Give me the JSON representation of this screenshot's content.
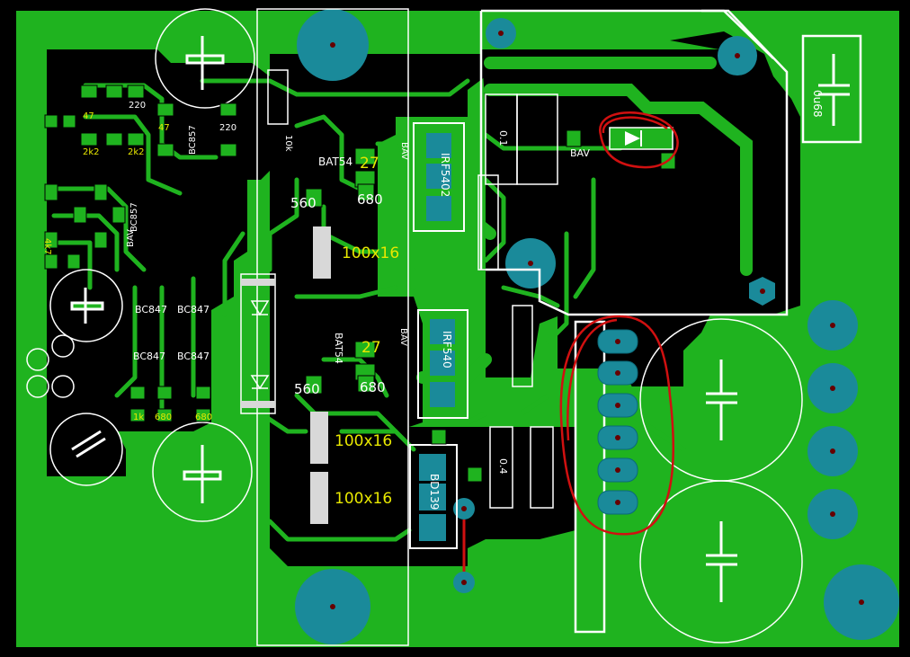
{
  "colors": {
    "background": "#000000",
    "copper": "#1fb31f",
    "copper_dark": "#109010",
    "pad": "#1a8a9a",
    "silkscreen": "#ffffff",
    "label_yellow": "#e8e800",
    "annotation_red": "#d01010",
    "drill": "#660000",
    "cap_body": "#d8d8d8"
  },
  "labels": {
    "cap_100x16_top": "100x16",
    "cap_100x16_mid": "100x16",
    "cap_100x16_bot": "100x16",
    "r_27_top": "27",
    "r_27_bot": "27",
    "r_680_top": "680",
    "r_680_bot": "680",
    "r_560_top": "560",
    "r_560_bot": "560",
    "bat54_top": "BAT54",
    "bat54_bot": "BAT54",
    "irf5402": "IRF5402",
    "irf540": "IRF540",
    "bd139": "BD139",
    "bc847_1": "BC847",
    "bc847_2": "BC847",
    "bc847_3": "BC847",
    "bc847_4": "BC847",
    "bc857_1": "BC857",
    "bc857_2": "BC857",
    "r_47_1": "47",
    "r_47_2": "47",
    "r_220_1": "220",
    "r_220_2": "220",
    "r_2k2_1": "2k2",
    "r_2k2_2": "2k2",
    "r_680_l1": "680",
    "r_680_l2": "680",
    "r_1k": "1k",
    "r_4k7": "4k7",
    "bav_1": "BAV",
    "bav_2": "BAV",
    "bav_3": "BAV",
    "bav_4": "BAV",
    "r_01": "0.1",
    "r_04": "0.4",
    "c_0u68": "0u68",
    "r_10k": "10k"
  }
}
